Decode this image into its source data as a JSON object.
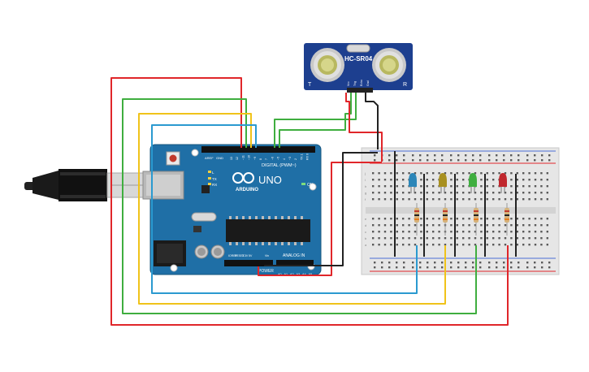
{
  "sensor": {
    "model": "HC-SR04",
    "corner_left": "T",
    "corner_right": "R",
    "pins": [
      "Vcc",
      "Trig",
      "Echo",
      "Gnd"
    ]
  },
  "arduino": {
    "logo_label": "ARDUINO",
    "model": "UNO",
    "section_digital": "DIGITAL (PWM~)",
    "section_power": "POWER",
    "section_analog": "ANALOG IN",
    "on_label": "ON",
    "tx_label": "TX",
    "rx_label": "RX",
    "l_label": "L",
    "aref": "AREF",
    "gnd": "GND",
    "ioref": "IOREF",
    "reset": "RESET",
    "v33": "3.3V",
    "v5": "5V",
    "vin": "Vin",
    "digital_pins": [
      "13",
      "12",
      "~11",
      "~10",
      "~9",
      "8",
      "7",
      "~6",
      "~5",
      "4",
      "~3",
      "2",
      "TX 1",
      "RX 0"
    ],
    "analog_pins": [
      "A0",
      "A1",
      "A2",
      "A3",
      "A4",
      "A5"
    ]
  },
  "breadboard": {
    "row_letters_top": [
      "j",
      "i",
      "h",
      "g",
      "f"
    ],
    "row_letters_bottom": [
      "e",
      "d",
      "c",
      "b",
      "a"
    ]
  },
  "leds": [
    {
      "color": "blue"
    },
    {
      "color": "yellow"
    },
    {
      "color": "green"
    },
    {
      "color": "red"
    }
  ],
  "colors": {
    "board": "#1f6fa6",
    "wire_red": "#e0262a",
    "wire_green": "#3fae3f",
    "wire_yellow": "#f0c31a",
    "wire_blue": "#2b9ad0",
    "wire_black": "#222222",
    "sensor_pcb": "#1d3f8f"
  }
}
